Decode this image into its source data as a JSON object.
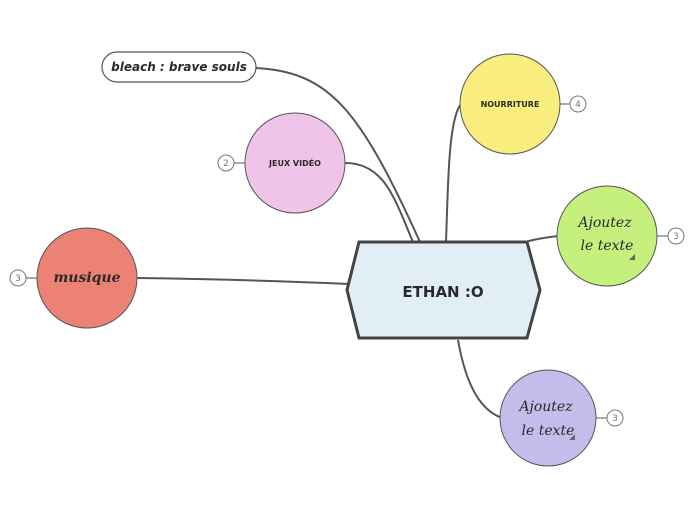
{
  "mindmap": {
    "central": {
      "label": "ETHAN :O",
      "fill": "#e2eef5",
      "stroke": "#444444"
    },
    "topics": [
      {
        "id": "bleach",
        "label": "bleach : brave souls",
        "shape": "pill",
        "fill": "#ffffff"
      },
      {
        "id": "jeux",
        "label": "JEUX VIDÉO",
        "shape": "circle",
        "fill": "#f0c4e8",
        "count": "2"
      },
      {
        "id": "nourriture",
        "label": "NOURRITURE",
        "shape": "circle",
        "fill": "#faee7e",
        "count": "4"
      },
      {
        "id": "ajoutez1",
        "label_line1": "Ajoutez",
        "label_line2": "le texte",
        "shape": "circle",
        "fill": "#c6f07e",
        "count": "3"
      },
      {
        "id": "musique",
        "label": "musique",
        "shape": "circle",
        "fill": "#ec8276",
        "count": "3"
      },
      {
        "id": "ajoutez2",
        "label_line1": "Ajoutez",
        "label_line2": "le texte",
        "shape": "circle",
        "fill": "#c4bcea",
        "count": "3"
      }
    ],
    "connector_color": "#555555"
  }
}
